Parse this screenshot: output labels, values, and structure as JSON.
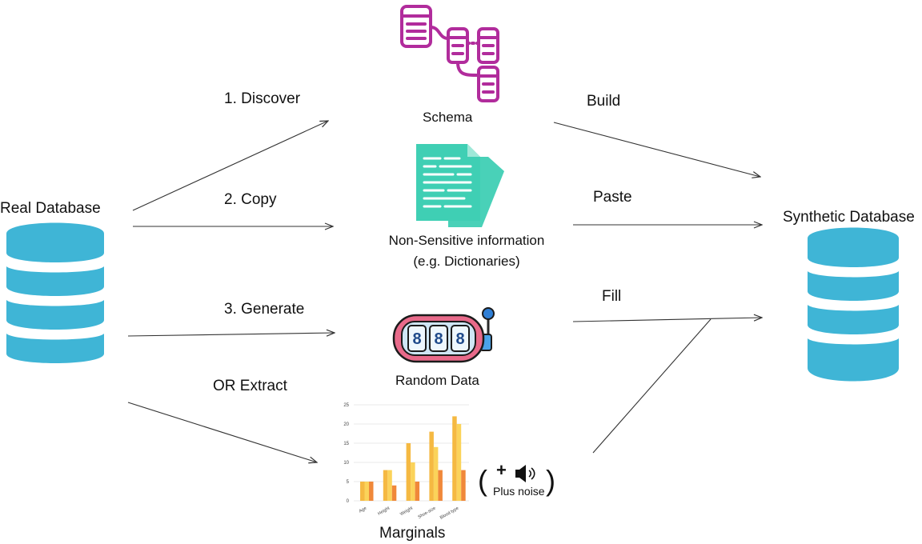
{
  "diagram": {
    "source": {
      "label": "Real Database"
    },
    "target": {
      "label": "Synthetic Database"
    },
    "steps": {
      "discover": "1.  Discover",
      "copy": "2.  Copy",
      "generate": "3.  Generate",
      "extract": "OR Extract"
    },
    "actions": {
      "build": "Build",
      "paste": "Paste",
      "fill": "Fill"
    },
    "nodes": {
      "schema": "Schema",
      "non_sensitive_line1": "Non-Sensitive information",
      "non_sensitive_line2": "(e.g. Dictionaries)",
      "random_data": "Random Data",
      "marginals": "Marginals"
    },
    "slot_digits": [
      "8",
      "8",
      "8"
    ],
    "noise": {
      "plus": "+",
      "label": "Plus noise",
      "open_paren": "(",
      "close_paren": ")"
    },
    "colors": {
      "database": "#3fb5d6",
      "schema": "#b12c9c",
      "document": "#3fcfb4",
      "slot_frame": "#e86a8a",
      "slot_screen": "#cfe6f5",
      "arrow": "#333333"
    }
  },
  "chart_data": {
    "type": "bar",
    "categories": [
      "Age",
      "Height",
      "Weight",
      "Shoe-size",
      "Blood type"
    ],
    "series": [
      {
        "values": [
          5,
          8,
          15,
          18,
          22
        ],
        "color": "#f5b942"
      },
      {
        "values": [
          5,
          8,
          10,
          14,
          20
        ],
        "color": "#fbd35a"
      },
      {
        "values": [
          5,
          4,
          5,
          8,
          8
        ],
        "color": "#f0883a"
      }
    ],
    "ylim": [
      0,
      25
    ],
    "yticks": [
      0,
      5,
      10,
      15,
      20,
      25
    ],
    "grid": true,
    "title": "",
    "xlabel": "",
    "ylabel": ""
  }
}
